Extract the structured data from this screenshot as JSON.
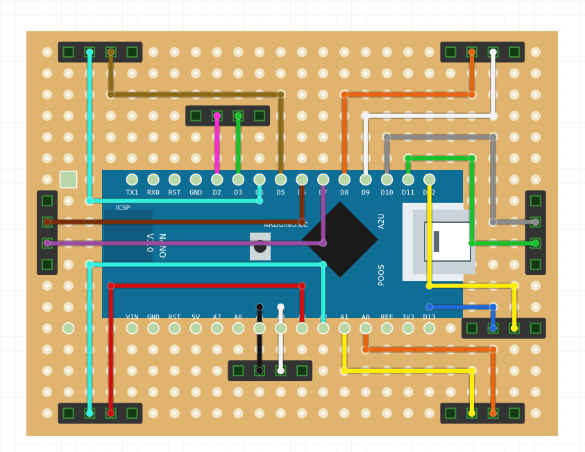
{
  "board": {
    "name_label": "ARDUINO.CC",
    "silk_lines": [
      "ICSP",
      "NANO",
      "V3.0"
    ],
    "bottom_label": "POOS",
    "usb_label": "A2U",
    "top_pin_labels": [
      "TX1",
      "RX0",
      "RST",
      "GND",
      "D2",
      "D3",
      "D4",
      "D5",
      "D6",
      "D7",
      "D8",
      "D9",
      "D10",
      "D11",
      "D12"
    ],
    "bottom_pin_labels": [
      "VIN",
      "GND",
      "RST",
      "5V",
      "A7",
      "A6",
      "A5",
      "A4",
      "A3",
      "A2",
      "A1",
      "A0",
      "REF",
      "3V3",
      "D13"
    ]
  },
  "colors": {
    "board_bg": "#e0b46e",
    "hole": "#f2e6c8",
    "nano_pcb": "#0f6e96",
    "cyan": "#2ff0de",
    "olive": "#8c6a14",
    "magenta": "#ff2cd6",
    "green": "#16c42a",
    "brown": "#7a2d08",
    "purple": "#9a4aa0",
    "orange": "#e8640e",
    "white": "#f4f4f4",
    "gray": "#8a8a8a",
    "yellow": "#ffee00",
    "blue": "#1f6ad6",
    "red": "#d20f0f",
    "black": "#141414"
  }
}
